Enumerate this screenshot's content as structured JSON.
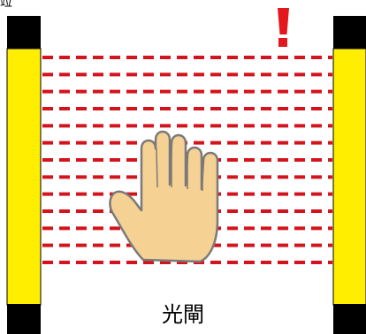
{
  "diagram": {
    "caption": "光閘",
    "corner_glyph": "竝",
    "alert_icon": "exclamation-icon",
    "hand_icon": "hand-icon",
    "beam_count": 13,
    "colors": {
      "beam": "#d4141c",
      "alert": "#e4171d",
      "post_body": "#ffee00",
      "post_cap": "#000000",
      "hand_fill": "#f6d194",
      "hand_stroke": "#7a7a7a"
    }
  }
}
